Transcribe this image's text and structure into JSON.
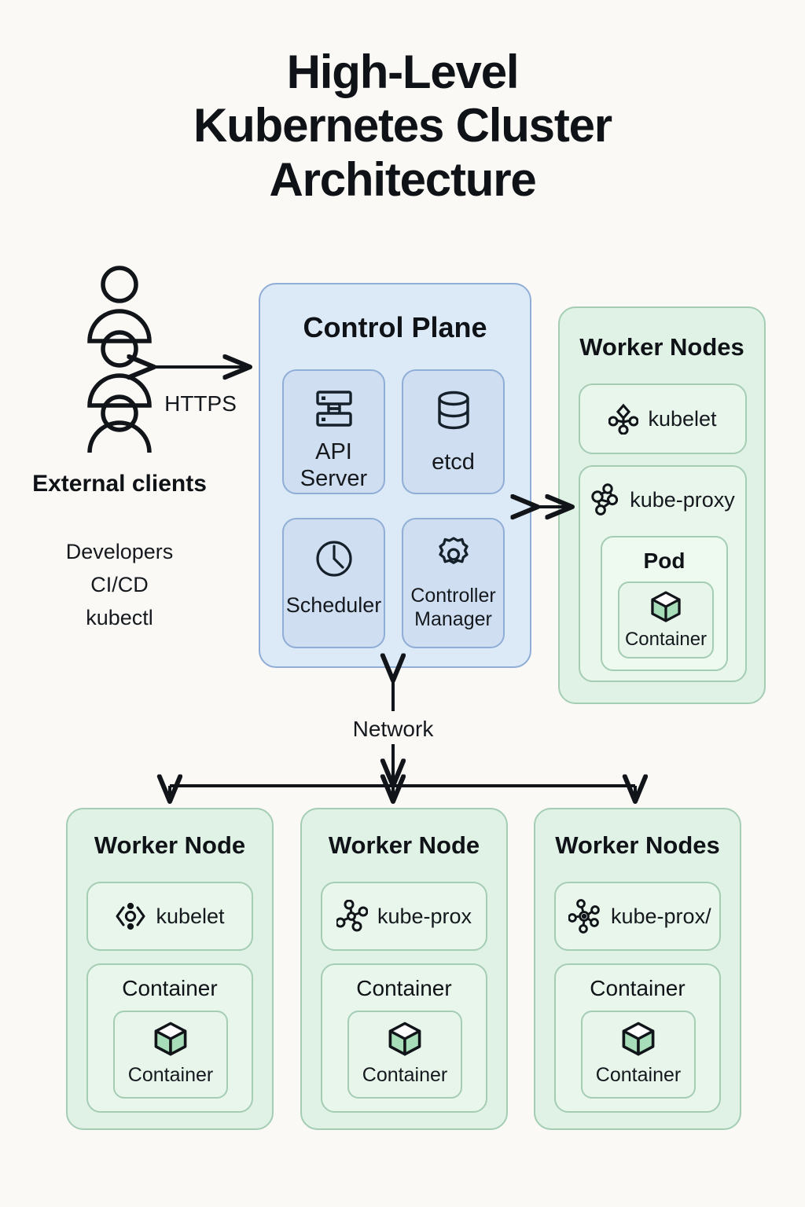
{
  "title": {
    "line1": "High-Level",
    "line2": "Kubernetes Cluster",
    "line3": "Architecture"
  },
  "external_clients": {
    "icon": "users-icon",
    "title": "External clients",
    "items": [
      "Developers",
      "CI/CD",
      "kubectl"
    ]
  },
  "connections": {
    "https_label": "HTTPS",
    "network_label": "Network"
  },
  "control_plane": {
    "title": "Control Plane",
    "components": [
      {
        "label": "API\nServer",
        "label_line1": "API",
        "label_line2": "Server",
        "icon": "server-rack-icon"
      },
      {
        "label": "etcd",
        "label_line1": "etcd",
        "label_line2": "",
        "icon": "database-icon"
      },
      {
        "label": "Scheduler",
        "label_line1": "Scheduler",
        "label_line2": "",
        "icon": "clock-icon"
      },
      {
        "label": "Controller Manager",
        "label_line1": "Controller",
        "label_line2": "Manager",
        "icon": "gear-icon"
      }
    ]
  },
  "worker_nodes_panel": {
    "title": "Worker Nodes",
    "kubelet": {
      "label": "kubelet",
      "icon": "kubelet-node-icon"
    },
    "kube_proxy": {
      "label": "kube-proxy",
      "icon": "kube-proxy-mesh-icon"
    },
    "pod": {
      "title": "Pod",
      "container": {
        "label": "Container",
        "icon": "container-cube-icon"
      }
    }
  },
  "bottom_nodes": [
    {
      "title": "Worker Node",
      "agent": {
        "label": "kubelet",
        "icon": "kubelet-bracket-icon"
      },
      "container_outer": {
        "label": "Container"
      },
      "container_inner": {
        "label": "Container",
        "icon": "container-cube-icon"
      }
    },
    {
      "title": "Worker Node",
      "agent": {
        "label": "kube-prox",
        "icon": "kube-proxy-hub-icon"
      },
      "container_outer": {
        "label": "Container"
      },
      "container_inner": {
        "label": "Container",
        "icon": "container-cube-icon"
      }
    },
    {
      "title": "Worker Nodes",
      "agent": {
        "label": "kube-prox/",
        "icon": "kube-proxy-star-icon"
      },
      "container_outer": {
        "label": "Container"
      },
      "container_inner": {
        "label": "Container",
        "icon": "container-cube-icon"
      }
    }
  ],
  "colors": {
    "background": "#faf9f5",
    "blue_fill": "#dce9f7",
    "blue_card": "#cfdff1",
    "blue_border": "#8fadd6",
    "green_fill": "#e0f1e5",
    "green_border": "#a4cdb4",
    "cube_face": "#a8ddb9",
    "ink": "#111418"
  }
}
